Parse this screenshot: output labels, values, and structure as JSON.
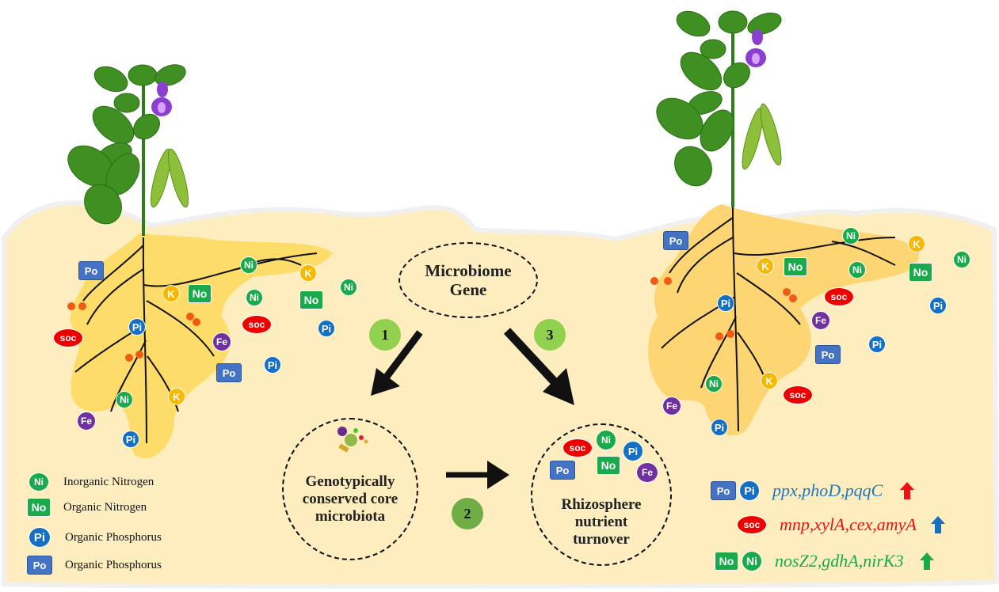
{
  "figure": {
    "central_node": {
      "line1": "Microbiome",
      "line2": "Gene"
    },
    "core_node": {
      "line1": "Genotypically",
      "line2": "conserved core",
      "line3": "microbiota"
    },
    "turnover_node": {
      "line1": "Rhizosphere",
      "line2": "nutrient",
      "line3": "turnover"
    },
    "steps": [
      {
        "label": "1",
        "color": "#92d050"
      },
      {
        "label": "2",
        "color": "#70ad47"
      },
      {
        "label": "3",
        "color": "#92d050"
      }
    ],
    "turnover_badges": [
      "soc",
      "Ni",
      "Pi",
      "Po",
      "No",
      "Fe"
    ]
  },
  "nutrient_badges": {
    "Ni": "Ni",
    "No": "No",
    "Pi": "Pi",
    "Po": "Po",
    "K": "K",
    "Fe": "Fe",
    "soc": "soc"
  },
  "left_plant_badges": [
    "Po",
    "Ni",
    "K",
    "No",
    "Ni",
    "No",
    "Ni",
    "soc",
    "Pi",
    "soc",
    "Pi",
    "Fe",
    "Po",
    "Pi",
    "Ni",
    "K",
    "Fe",
    "Pi"
  ],
  "right_plant_badges": [
    "Po",
    "Ni",
    "K",
    "K",
    "No",
    "Ni",
    "No",
    "Ni",
    "Pi",
    "soc",
    "Pi",
    "Fe",
    "Po",
    "Pi",
    "Ni",
    "K",
    "soc",
    "Fe",
    "Pi"
  ],
  "legend": [
    {
      "badge": "Ni",
      "label": "Inorganic  Nitrogen"
    },
    {
      "badge": "No",
      "label": "Organic Nitrogen"
    },
    {
      "badge": "Pi",
      "label": "Organic Phosphorus"
    },
    {
      "badge": "Po",
      "label": "Organic Phosphorus"
    }
  ],
  "gene_legend": [
    {
      "badges": [
        "Po",
        "Pi"
      ],
      "genes": "ppx,phoD,pqqC",
      "text_color": "#1f77c4",
      "arrow": "up",
      "arrow_color": "#ee1111"
    },
    {
      "badges": [
        "soc"
      ],
      "genes": "mnp,xylA,cex,amyA",
      "text_color": "#ee1111",
      "arrow": "up",
      "arrow_color": "#1570c3"
    },
    {
      "badges": [
        "No",
        "Ni"
      ],
      "genes": "nosZ2,gdhA,nirK3",
      "text_color": "#1aaa4b",
      "arrow": "up",
      "arrow_color": "#1aaa4b"
    }
  ],
  "colors": {
    "soil": "#fdedbf",
    "rhizosphere": "#fedc6a",
    "leaf": "#3f8f22",
    "flower": "#8a3fd1"
  }
}
